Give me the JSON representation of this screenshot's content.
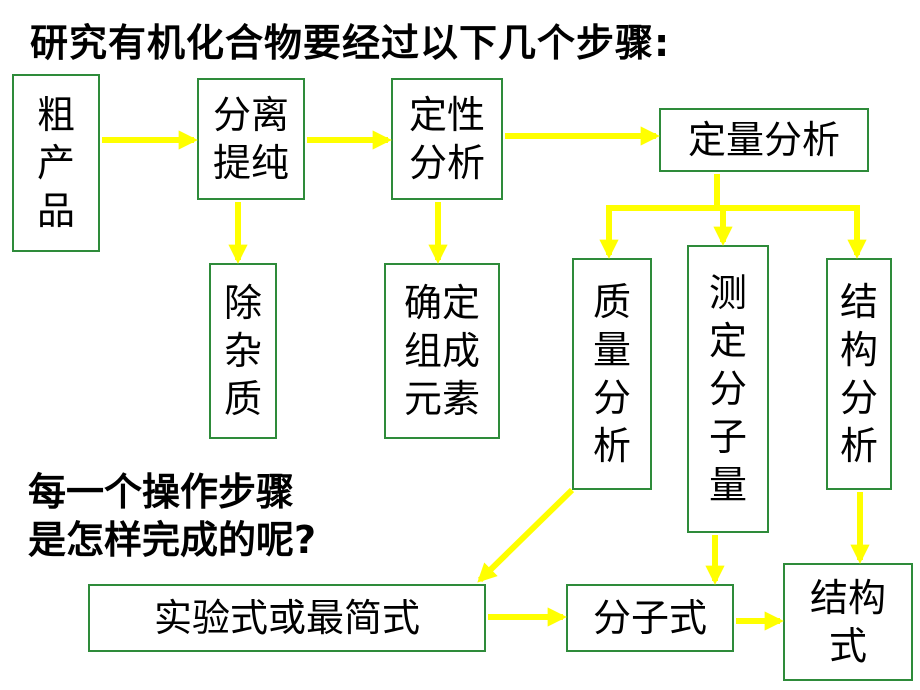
{
  "title": "研究有机化合物要经过以下几个步骤:",
  "question": {
    "line1": "每一个操作步骤",
    "line2": "是怎样完成的呢?"
  },
  "boxes": {
    "crude": [
      "粗",
      "产",
      "品"
    ],
    "separate": [
      "分离",
      "提纯"
    ],
    "qualitative": [
      "定性",
      "分析"
    ],
    "quantitative": "定量分析",
    "impurity": [
      "除",
      "杂",
      "质"
    ],
    "elements": [
      "确定",
      "组成",
      "元素"
    ],
    "mass": [
      "质",
      "量",
      "分",
      "析"
    ],
    "molweight": [
      "测",
      "定",
      "分",
      "子",
      "量"
    ],
    "structure_analysis": [
      "结",
      "构",
      "分",
      "析"
    ],
    "empirical": "实验式或最简式",
    "molecular": "分子式",
    "structural": [
      "结构",
      "式"
    ]
  },
  "colors": {
    "arrow": "#ffff00",
    "border": "#2e8b3a"
  }
}
